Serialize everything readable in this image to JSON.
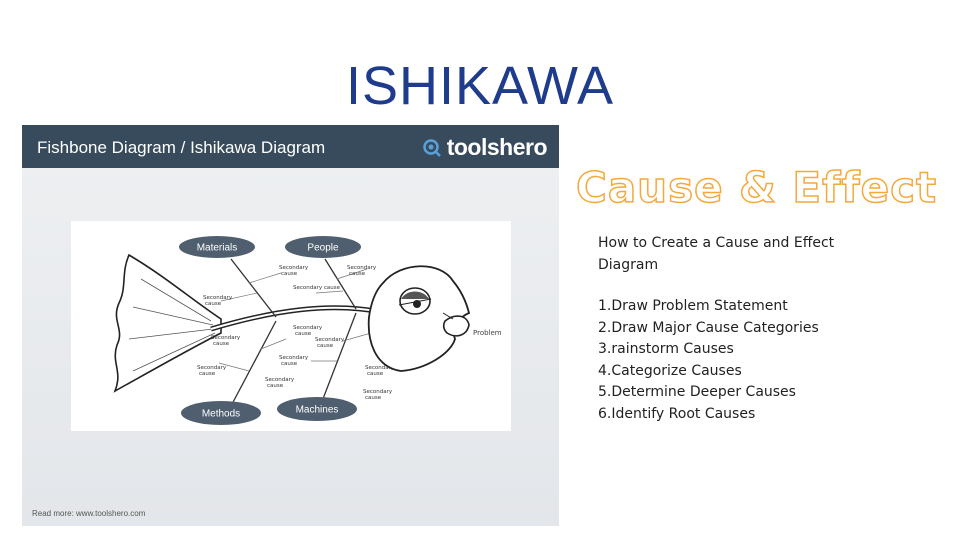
{
  "slide": {
    "title": "ISHIKAWA",
    "cause_effect_heading": "Cause & Effect",
    "subheading": "How to Create a Cause and Effect Diagram",
    "steps": [
      "1.Draw Problem Statement",
      "2.Draw Major Cause Categories",
      "3.rainstorm Causes",
      "4.Categorize Causes",
      "5.Determine Deeper Causes",
      "6.Identify Root Causes"
    ]
  },
  "figure": {
    "header_title": "Fishbone Diagram / Ishikawa Diagram",
    "brand": "toolshero",
    "footer": "Read more: www.toolshero.com",
    "categories": [
      "Materials",
      "People",
      "Methods",
      "Machines"
    ],
    "problem_label": "Problem",
    "secondary_cause_label": "Secondary cause",
    "secondary_root_label": "Secondary cause",
    "colors": {
      "header": "#384b5d",
      "category_fill": "#4f5f70",
      "accent": "#f4a93c",
      "title": "#1f3b8c"
    }
  }
}
